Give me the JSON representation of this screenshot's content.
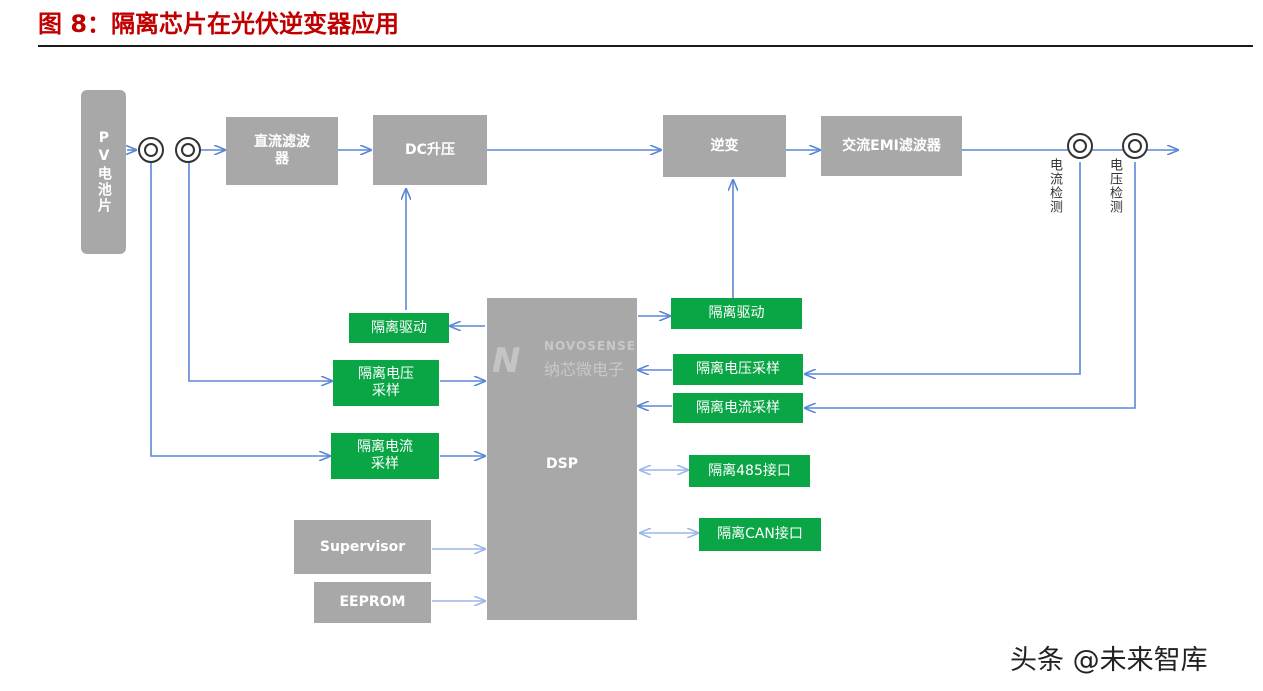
{
  "title": "图 8：隔离芯片在光伏逆变器应用",
  "blocks": {
    "pv": "PV电池片",
    "dc_filter": "直流滤波器",
    "dc_boost": "DC升压",
    "inverter": "逆变",
    "ac_emi": "交流EMI滤波器",
    "dsp": "DSP",
    "supervisor": "Supervisor",
    "eeprom": "EEPROM",
    "iso_drive_left": "隔离驱动",
    "iso_voltage_left": "隔离电压采样",
    "iso_current_left": "隔离电流采样",
    "iso_drive_right": "隔离驱动",
    "iso_voltage_right": "隔离电压采样",
    "iso_current_right": "隔离电流采样",
    "iso_485": "隔离485接口",
    "iso_can": "隔离CAN接口"
  },
  "sensors": {
    "current_detect": "电流检测",
    "voltage_detect": "电压检测"
  },
  "watermark": {
    "en": "NOVOSENSE",
    "cn": "纳芯微电子"
  },
  "footer": "头条 @未来智库",
  "colors": {
    "title": "#c00000",
    "gray_block": "#a8a8a8",
    "green_block": "#0aa545",
    "arrow": "#5b87d6",
    "arrow_light": "#9db7e6"
  }
}
